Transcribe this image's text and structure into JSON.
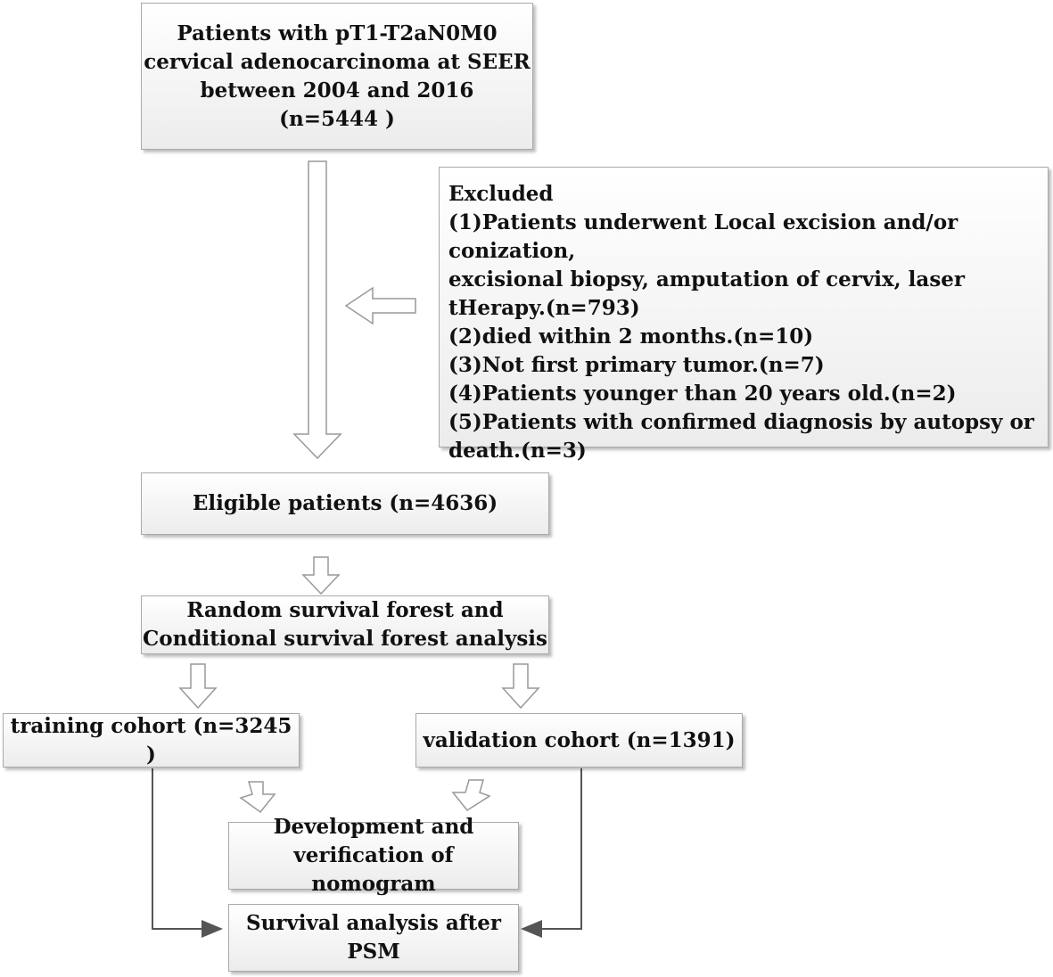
{
  "boxes": {
    "start": [
      "Patients with pT1-T2aN0M0",
      "cervical adenocarcinoma at SEER",
      "between 2004 and 2016",
      "(n=5444 )"
    ],
    "excluded": [
      "Excluded",
      "(1)Patients underwent Local excision and/or conization,",
      "excisional biopsy, amputation of cervix, laser",
      "tHerapy.(n=793)",
      "(2)died within 2 months.(n=10)",
      "(3)Not first primary tumor.(n=7)",
      "(4)Patients younger than 20 years old.(n=2)",
      "(5)Patients with confirmed diagnosis by autopsy or",
      "death.(n=3)"
    ],
    "eligible": [
      "Eligible patients (n=4636)"
    ],
    "forest": [
      "Random survival forest and",
      "Conditional survival forest analysis"
    ],
    "training": [
      "training cohort (n=3245 )"
    ],
    "validation": [
      "validation cohort (n=1391)"
    ],
    "nomogram": [
      "Development and",
      "verification of nomogram"
    ],
    "survival": [
      "Survival analysis after",
      "PSM"
    ]
  }
}
